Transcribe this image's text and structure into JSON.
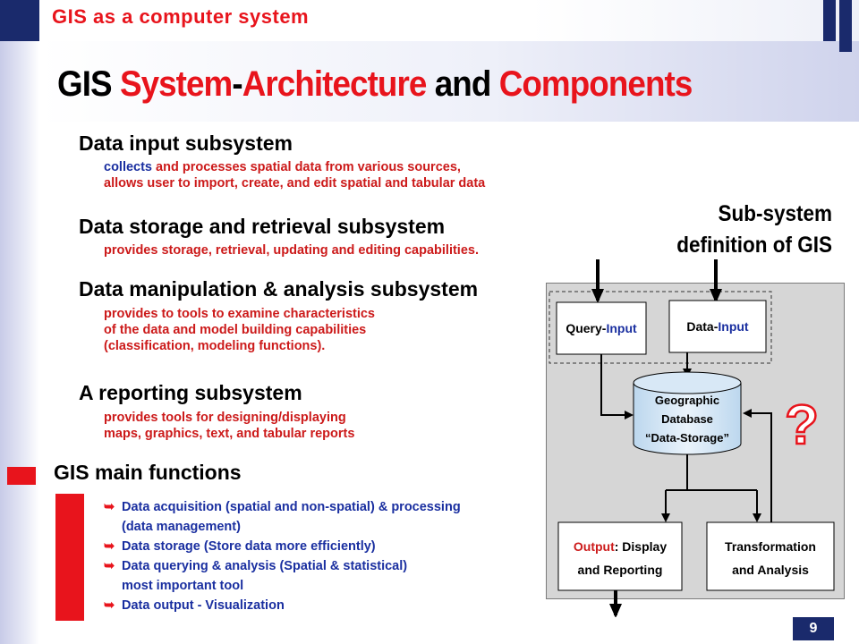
{
  "header": {
    "kicker": "GIS as a computer system"
  },
  "title": {
    "p1": "GIS ",
    "p2": "System",
    "p3": "-",
    "p4": "Architecture",
    "p5": " and ",
    "p6": "Components"
  },
  "sections": [
    {
      "heading": "Data input subsystem",
      "line1_blue": "collects",
      "line1_rest": " and processes spatial data from various sources,",
      "line2": "allows user to import, create, and edit spatial and tabular data"
    },
    {
      "heading": "Data storage and retrieval subsystem",
      "line1": "provides storage,  retrieval, updating and editing capabilities."
    },
    {
      "heading": "Data manipulation & analysis subsystem",
      "line1": "provides to tools to examine characteristics",
      "line2": "of the data and model building capabilities",
      "line3": "(classification, modeling functions)."
    },
    {
      "heading": "A reporting subsystem",
      "line1": "provides tools for designing/displaying",
      "line2": "maps, graphics, text, and tabular reports"
    }
  ],
  "functions": {
    "heading": "GIS main functions",
    "items": [
      "Data acquisition (spatial and non-spatial) & processing",
      "(data management)",
      "Data storage  (Store data more efficiently)",
      "Data querying & analysis (Spatial & statistical)",
      "most important tool",
      "Data output - Visualization"
    ],
    "arrow_glyph": "➥"
  },
  "subsystem_definition": {
    "line1": "Sub-system",
    "line2": "definition of GIS"
  },
  "diagram": {
    "query_input_a": "Query-",
    "query_input_b": "Input",
    "data_input_a": "Data-",
    "data_input_b": "Input",
    "db_line1": "Geographic",
    "db_line2": "Database",
    "db_line3": "“Data-Storage”",
    "output_a": "Output",
    "output_b": ": Display",
    "output_line2": "and Reporting",
    "transform_line1": "Transformation",
    "transform_line2": "and Analysis",
    "question": "?"
  },
  "page_number": "9",
  "colors": {
    "navy": "#1a2a6c",
    "red": "#e8141c",
    "blue": "#1a2fa0"
  }
}
